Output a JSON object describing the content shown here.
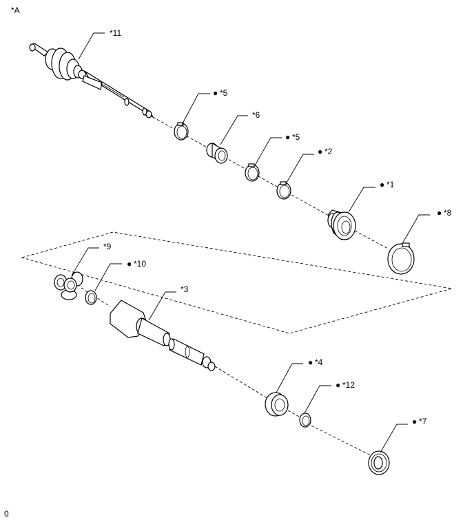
{
  "figure": {
    "view_label": "*A",
    "corner_code": "0"
  },
  "callouts": {
    "c11": "*11",
    "c5a": "*5",
    "c6": "*6",
    "c5b": "*5",
    "c2": "*2",
    "c1": "*1",
    "c8": "*8",
    "c9": "*9",
    "c10": "*10",
    "c3": "*3",
    "c4": "*4",
    "c12": "*12",
    "c7": "*7"
  },
  "symbols": {
    "bullet": "●"
  }
}
